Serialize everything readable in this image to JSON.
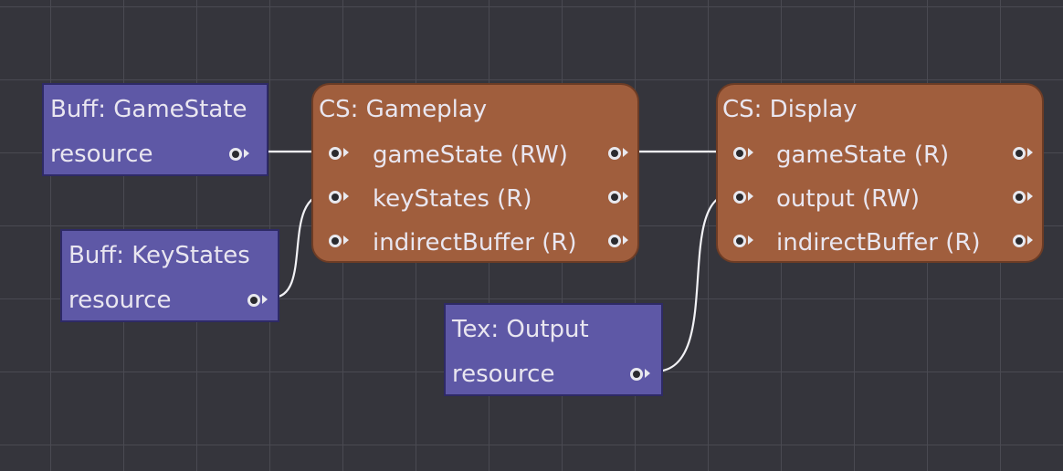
{
  "nodes": {
    "buff_gamestate": {
      "title": "Buff: GameState",
      "output_label": "resource"
    },
    "buff_keystates": {
      "title": "Buff: KeyStates",
      "output_label": "resource"
    },
    "tex_output": {
      "title": "Tex: Output",
      "output_label": "resource"
    },
    "cs_gameplay": {
      "title": "CS: Gameplay",
      "pins": [
        "gameState (RW)",
        "keyStates (R)",
        "indirectBuffer (R)"
      ]
    },
    "cs_display": {
      "title": "CS: Display",
      "pins": [
        "gameState (R)",
        "output (RW)",
        "indirectBuffer (R)"
      ]
    }
  },
  "colors": {
    "canvas_background": "#35353c",
    "grid_line": "#4a4a52",
    "resource_node": "#5e58a6",
    "shader_node": "#a05e3d",
    "wire": "#f2f2f6"
  }
}
